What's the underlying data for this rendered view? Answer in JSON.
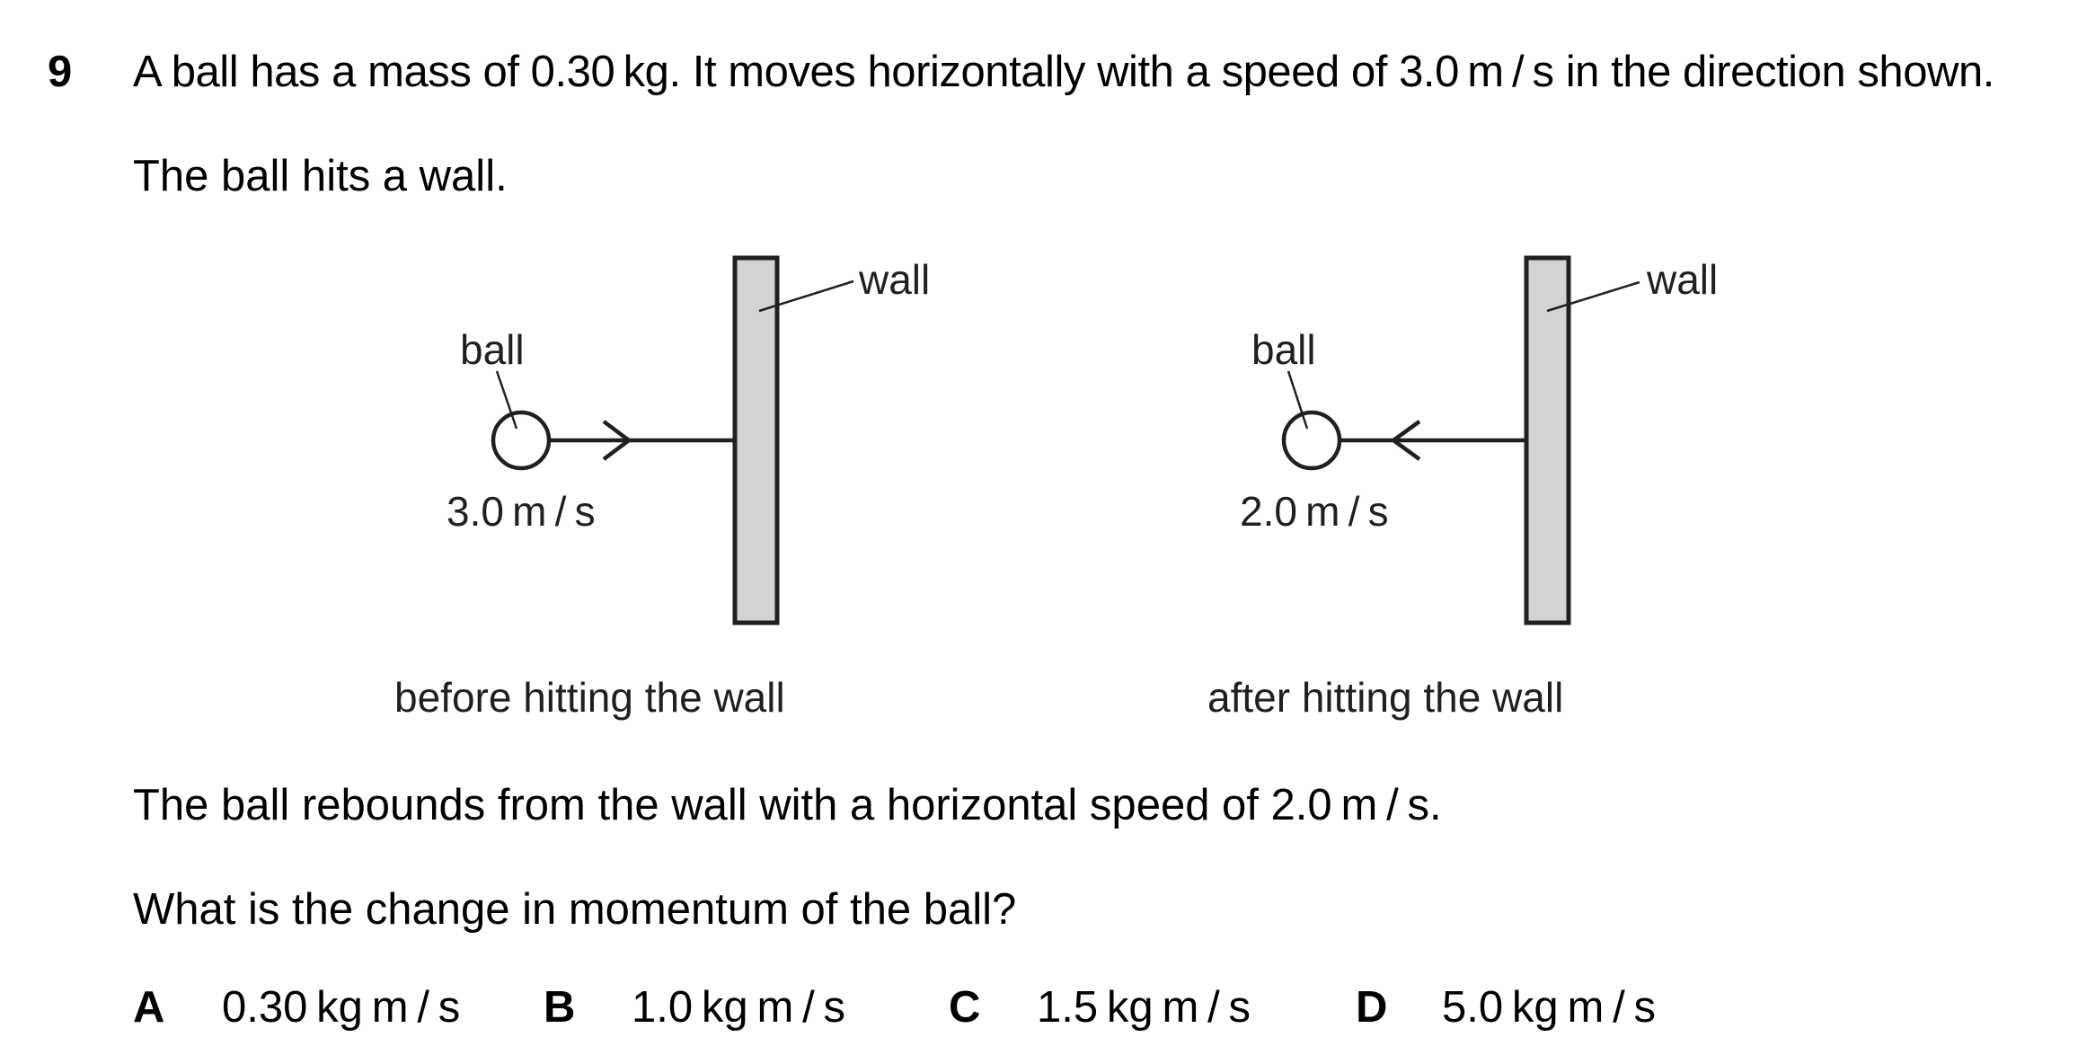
{
  "question": {
    "number": "9",
    "intro": "A ball has a mass of 0.30 kg. It moves horizontally with a speed of 3.0 m / s in the direction shown.",
    "hit_statement": "The ball hits a wall.",
    "rebound_statement": "The ball rebounds from the wall with a horizontal speed of 2.0 m / s.",
    "prompt": "What is the change in momentum of the ball?"
  },
  "diagram": {
    "colors": {
      "wall_fill": "#d1d3d4",
      "stroke": "#231f20"
    },
    "before": {
      "ball_label": "ball",
      "wall_label": "wall",
      "speed_label": "3.0 m / s",
      "caption": "before hitting the wall",
      "arrow_direction": "right"
    },
    "after": {
      "ball_label": "ball",
      "wall_label": "wall",
      "speed_label": "2.0 m / s",
      "caption": "after hitting the wall",
      "arrow_direction": "left"
    }
  },
  "options": [
    {
      "letter": "A",
      "value": "0.30 kg m / s"
    },
    {
      "letter": "B",
      "value": "1.0 kg m / s"
    },
    {
      "letter": "C",
      "value": "1.5 kg m / s"
    },
    {
      "letter": "D",
      "value": "5.0 kg m / s"
    }
  ]
}
